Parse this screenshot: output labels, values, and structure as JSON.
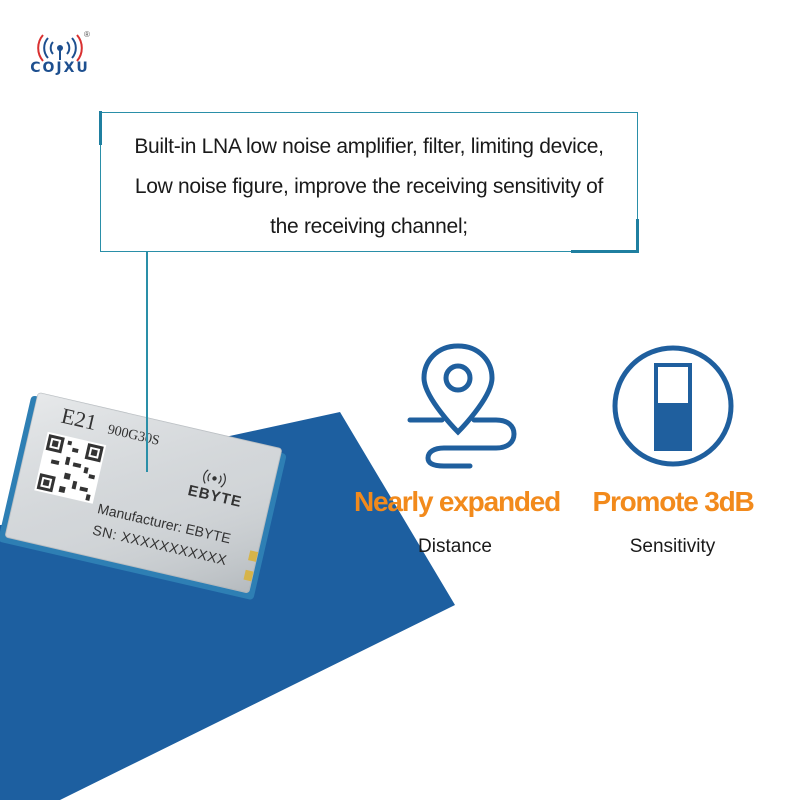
{
  "logo": {
    "brand": "COJXU",
    "registered": "®"
  },
  "callout": {
    "lines": [
      "Built-in LNA low noise amplifier, filter, limiting device,",
      "Low noise figure, improve the receiving sensitivity of",
      "the receiving channel;"
    ]
  },
  "module": {
    "model_prefix": "E21",
    "model_suffix": "900G30S",
    "brand": "EBYTE",
    "manufacturer_line": "Manufacturer: EBYTE",
    "sn_line": "SN: XXXXXXXXXXX"
  },
  "features": [
    {
      "title": "Nearly expanded",
      "subtitle": "Distance",
      "icon": "location-route-icon"
    },
    {
      "title": "Promote 3dB",
      "subtitle": "Sensitivity",
      "icon": "signal-level-icon"
    }
  ],
  "colors": {
    "accent_orange": "#f28a1c",
    "icon_blue": "#1f5f9e",
    "panel_blue": "#1d5fa0",
    "callout_border": "#2a8fa8"
  }
}
